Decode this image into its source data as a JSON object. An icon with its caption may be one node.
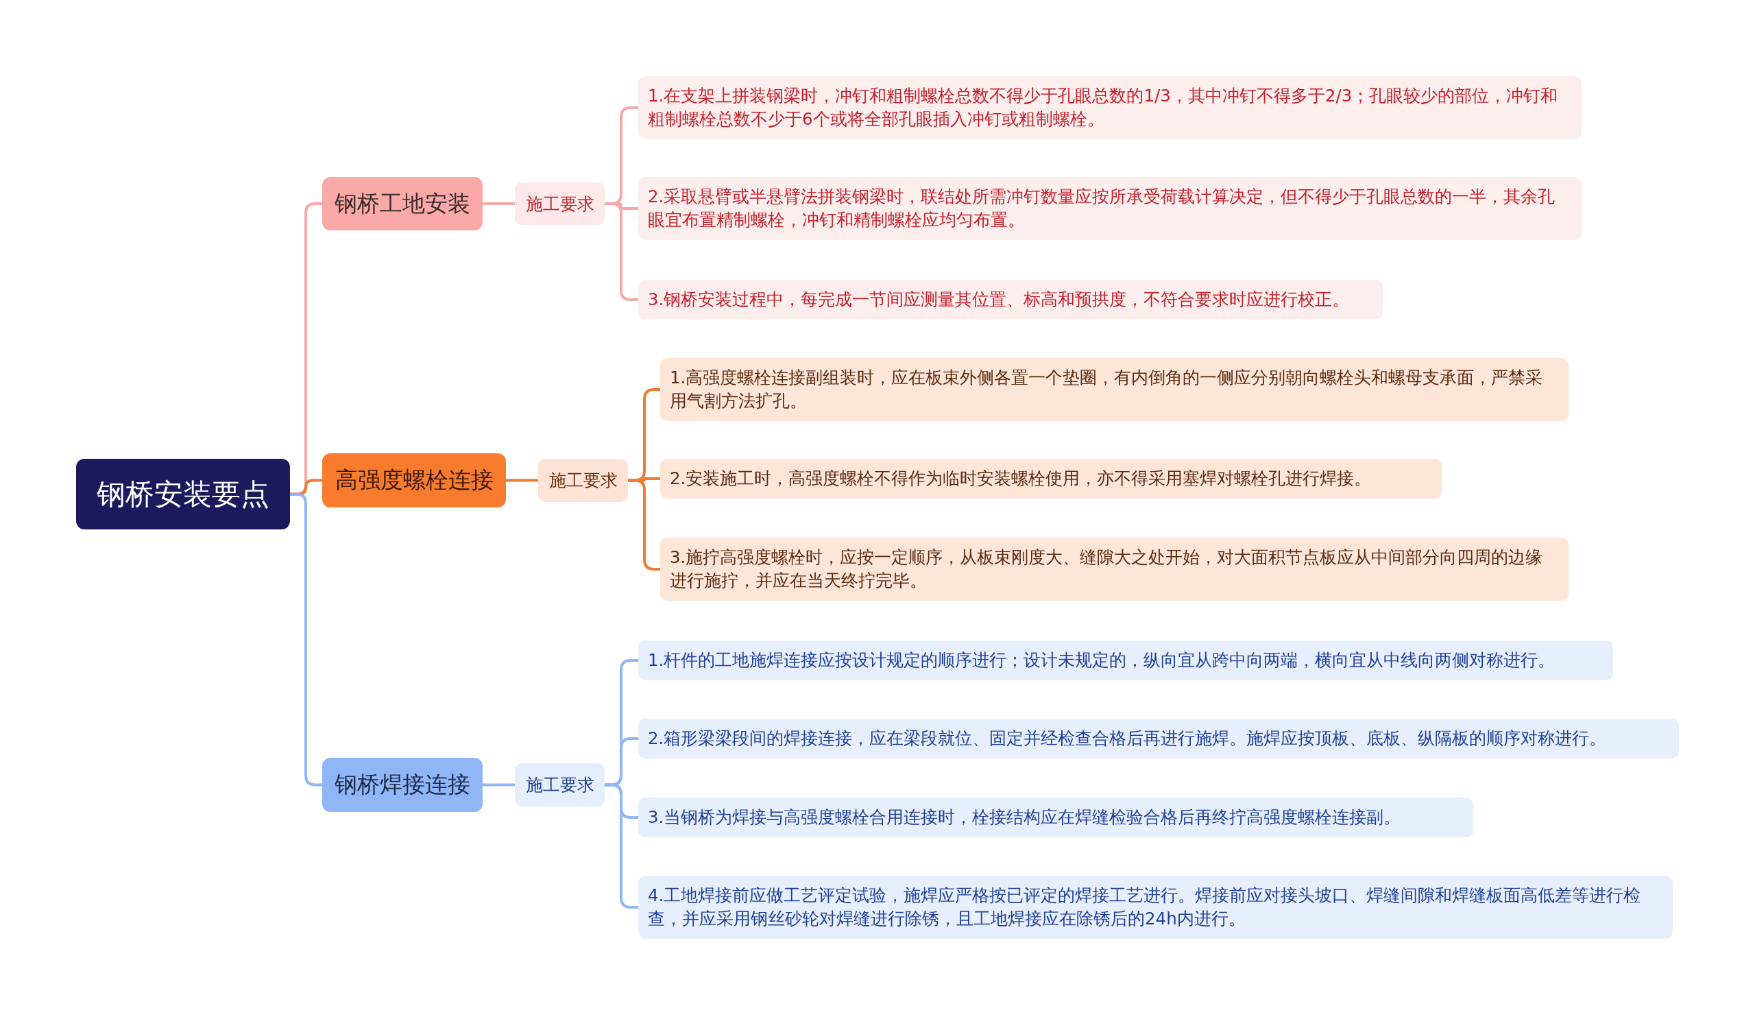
{
  "diagram": {
    "nodes": [
      {
        "text": [
          "钢桥安装要点"
        ]
      },
      {
        "text": [
          "钢桥工地安装"
        ]
      },
      {
        "text": [
          "施工要求"
        ]
      },
      {
        "text": [
          "1.在支架上拼装钢梁时，冲钉和粗制螺栓总数不得少于孔眼总数的1/3，其中冲钉不得多于2/3；孔眼较少的部位，冲钉和粗制螺栓总数不少于6个或将全部孔眼插入冲钉或粗制螺栓。"
        ]
      },
      {
        "text": [
          "2.采取悬臂或半悬臂法拼装钢梁时，联结处所需冲钉数量应按所承受荷载计算决定，但不得少于孔眼总数的一半，其余孔眼宜布置精制螺栓，冲钉和精制螺栓应均匀布置。"
        ]
      },
      {
        "text": [
          "3.钢桥安装过程中，每完成一节间应测量其位置、标高和预拱度，不符合要求时应进行校正。"
        ]
      },
      {
        "text": [
          "高强度螺栓连接"
        ]
      },
      {
        "text": [
          "施工要求"
        ]
      },
      {
        "text": [
          "1.高强度螺栓连接副组装时，应在板束外侧各置一个垫圈，有内倒角的一侧应分别朝向螺栓头和螺母支承面，严禁采用气割方法扩孔。"
        ]
      },
      {
        "text": [
          "2.安装施工时，高强度螺栓不得作为临时安装螺栓使用，亦不得采用塞焊对螺栓孔进行焊接。"
        ]
      },
      {
        "text": [
          "3.施拧高强度螺栓时，应按一定顺序，从板束刚度大、缝隙大之处开始，对大面积节点板应从中间部分向四周的边缘进行施拧，并应在当天终拧完毕。"
        ]
      },
      {
        "text": [
          "钢桥焊接连接"
        ]
      },
      {
        "text": [
          "施工要求"
        ]
      },
      {
        "text": [
          "1.杆件的工地施焊连接应按设计规定的顺序进行；设计未规定的，纵向宜从跨中向两端，横向宜从中线向两侧对称进行。"
        ]
      },
      {
        "text": [
          "2.箱形梁梁段间的焊接连接，应在梁段就位、固定并经检查合格后再进行施焊。施焊应按顶板、底板、纵隔板的顺序对称进行。"
        ]
      },
      {
        "text": [
          "3.当钢桥为焊接与高强度螺栓合用连接时，栓接结构应在焊缝检验合格后再终拧高强度螺栓连接副。"
        ]
      },
      {
        "text": [
          "4.工地焊接前应做工艺评定试验，施焊应严格按已评定的焊接工艺进行。焊接前应对接头坡口、焊缝间隙和焊缝板面高低差等进行检查，并应采用钢丝砂轮对焊缝进行除锈，且工地焊接应在除锈后的24h内进行。"
        ]
      }
    ],
    "edges": [
      {
        "from": 0,
        "to": 1,
        "arrow": "none",
        "color": "#f6a9a9"
      },
      {
        "from": 0,
        "to": 6,
        "arrow": "none",
        "color": "#f07a33"
      },
      {
        "from": 0,
        "to": 11,
        "arrow": "none",
        "color": "#8fb6f5"
      },
      {
        "from": 1,
        "to": 2,
        "arrow": "none",
        "color": "#f6a9a9"
      },
      {
        "from": 2,
        "to": 3,
        "arrow": "none",
        "color": "#f6a9a9"
      },
      {
        "from": 2,
        "to": 4,
        "arrow": "none",
        "color": "#f6a9a9"
      },
      {
        "from": 2,
        "to": 5,
        "arrow": "none",
        "color": "#f6a9a9"
      },
      {
        "from": 6,
        "to": 7,
        "arrow": "none",
        "color": "#f07a33"
      },
      {
        "from": 7,
        "to": 8,
        "arrow": "none",
        "color": "#f07a33"
      },
      {
        "from": 7,
        "to": 9,
        "arrow": "none",
        "color": "#f07a33"
      },
      {
        "from": 7,
        "to": 10,
        "arrow": "none",
        "color": "#f07a33"
      },
      {
        "from": 11,
        "to": 12,
        "arrow": "none",
        "color": "#8fb6f5"
      },
      {
        "from": 12,
        "to": 13,
        "arrow": "none",
        "color": "#8fb6f5"
      },
      {
        "from": 12,
        "to": 14,
        "arrow": "none",
        "color": "#8fb6f5"
      },
      {
        "from": 12,
        "to": 15,
        "arrow": "none",
        "color": "#8fb6f5"
      },
      {
        "from": 12,
        "to": 16,
        "arrow": "none",
        "color": "#8fb6f5"
      }
    ]
  }
}
